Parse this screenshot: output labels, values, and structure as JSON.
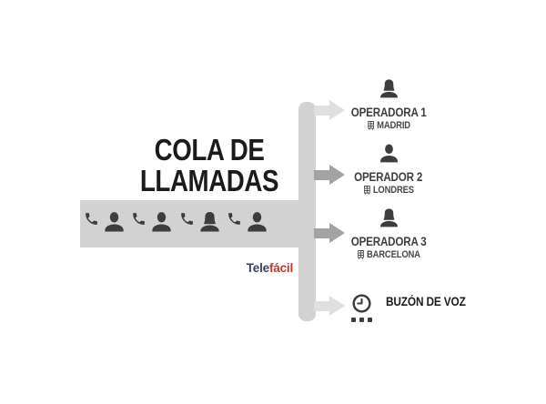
{
  "title": {
    "line1": "COLA DE",
    "line2": "LLAMADAS"
  },
  "brand": {
    "text_primary": "Tele",
    "text_secondary": "fácil"
  },
  "queue": {
    "description": "incoming callers waiting in queue",
    "caller_count": 4,
    "caller_types": [
      "male",
      "male",
      "female",
      "male"
    ]
  },
  "destinations": [
    {
      "label": "OPERADORA 1",
      "city": "MADRID",
      "person": "female",
      "arrow": "light"
    },
    {
      "label": "OPERADOR 2",
      "city": "LONDRES",
      "person": "male",
      "arrow": "dark"
    },
    {
      "label": "OPERADORA 3",
      "city": "BARCELONA",
      "person": "female",
      "arrow": "dark"
    },
    {
      "label": "BUZÓN DE VOZ",
      "icon": "clock-with-dots",
      "arrow": "light"
    }
  ],
  "colors": {
    "background": "#ffffff",
    "band_gray": "#d2d2d2",
    "arrow_light": "#dfdfdf",
    "arrow_dark": "#a3a3a3",
    "icon_dark": "#3d3d3d",
    "title_text": "#1b1b1b",
    "brand_primary": "#3b3f63",
    "brand_secondary": "#c0392b"
  }
}
